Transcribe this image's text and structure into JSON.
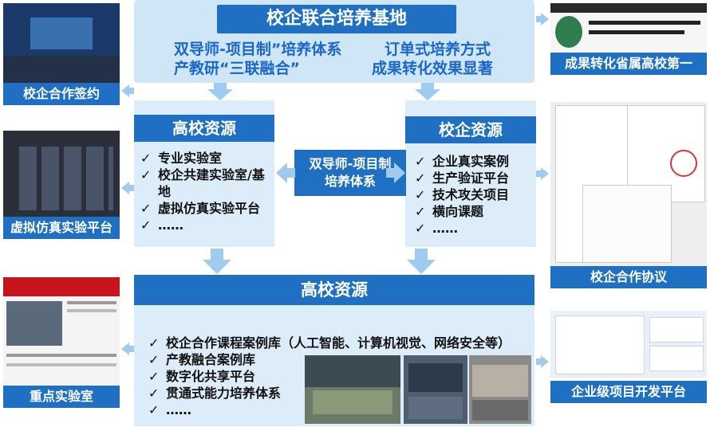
{
  "top": {
    "title": "校企联合培养基地",
    "left_line1": "双导师-项目制”培养体系",
    "left_line2": "产教研“三联融合”",
    "right_line1": "订单式培养方式",
    "right_line2": "成果转化效果显著"
  },
  "left_box": {
    "title": "高校资源",
    "items": [
      "专业实验室",
      "校企共建实验室/基地",
      "虚拟仿真实验平台",
      "……"
    ]
  },
  "center": {
    "line1": "双导师-项目制",
    "line2": "培养体系"
  },
  "right_box": {
    "title": "校企资源",
    "items": [
      "企业真实案例",
      "生产验证平台",
      "技术攻关项目",
      "横向课题",
      "……"
    ]
  },
  "bottom": {
    "title": "高校资源",
    "items": [
      "校企合作课程案例库（人工智能、计算机视觉、网络安全等）",
      "产教融合案例库",
      "数字化共享平台",
      "贯通式能力培养体系",
      "……"
    ]
  },
  "captions": {
    "signing": "校企合作签约",
    "virtual_platform": "虚拟仿真实验平台",
    "key_lab": "重点实验室",
    "achievement": "成果转化省属高校第一",
    "agreement": "校企合作协议",
    "enterprise_project": "企业级项目开发平台"
  },
  "colors": {
    "accent_blue": "#1f6fc2",
    "light_panel": "#dcecf8",
    "text_blue": "#1a66c9"
  }
}
